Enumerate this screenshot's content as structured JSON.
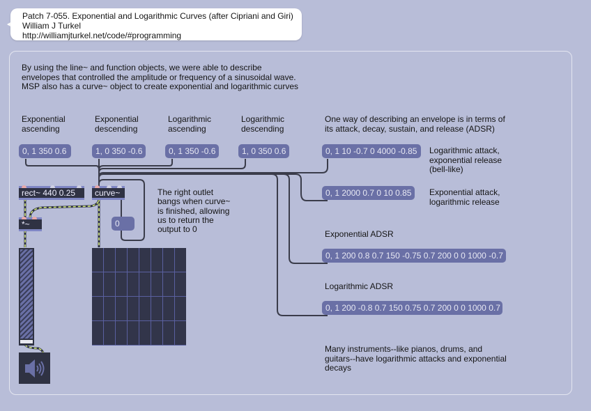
{
  "comment_bubble": {
    "line1": "Patch 7-055. Exponential and Logarithmic Curves (after Cipriani and Giri)",
    "line2": "William J Turkel",
    "line3": "http://williamjturkel.net/code/#programming"
  },
  "intro": {
    "line1": "By using the line~ and function objects, we were able to describe",
    "line2": "envelopes that controlled the amplitude or frequency of a sinusoidal wave.",
    "line3": "MSP also has a curve~ object to create exponential and logarithmic curves"
  },
  "curve_labels": [
    {
      "line1": "Exponential",
      "line2": "ascending"
    },
    {
      "line1": "Exponential",
      "line2": "descending"
    },
    {
      "line1": "Logarithmic",
      "line2": "ascending"
    },
    {
      "line1": "Logarithmic",
      "line2": "descending"
    }
  ],
  "curve_messages": [
    "0, 1 350 0.6",
    "1, 0 350 -0.6",
    "0, 1 350 -0.6",
    "1, 0 350 0.6"
  ],
  "adsr_intro": {
    "line1": "One way of describing an envelope is in terms of",
    "line2": "its attack, decay, sustain, and release (ADSR)"
  },
  "envelopes": [
    {
      "message": "0, 1 10 -0.7 0 4000 -0.85",
      "desc": [
        "Logarithmic attack,",
        "exponential release",
        "(bell-like)"
      ]
    },
    {
      "message": "0, 1 2000 0.7 0 10 0.85",
      "desc": [
        "Exponential attack,",
        "logarithmic release"
      ]
    }
  ],
  "adsr": [
    {
      "label": "Exponential ADSR",
      "message": "0, 1 200 0.8 0.7 150 -0.75 0.7 200 0 0 1000 -0.7"
    },
    {
      "label": "Logarithmic ADSR",
      "message": "0, 1 200 -0.8 0.7 150 0.75 0.7 200 0 0 1000 0.7"
    }
  ],
  "objects": {
    "rect": "rect~ 440 0.25",
    "curve": "curve~",
    "multiply": "*~",
    "zero_message": "0"
  },
  "outlet_comment": {
    "line1": "The right outlet",
    "line2": "bangs when curve~",
    "line3": "is finished, allowing",
    "line4": "us to return the",
    "line5": "output to 0"
  },
  "footer_comment": {
    "line1": "Many instruments--like pianos, drums, and",
    "line2": "guitars--have logarithmic attacks and exponential",
    "line3": "decays"
  },
  "colors": {
    "background": "#b8bdd8",
    "message_box": "#6a70a6",
    "object_box": "#2f3243",
    "cord": "#3a3c4a",
    "signal_cord": "#d8f07a"
  }
}
